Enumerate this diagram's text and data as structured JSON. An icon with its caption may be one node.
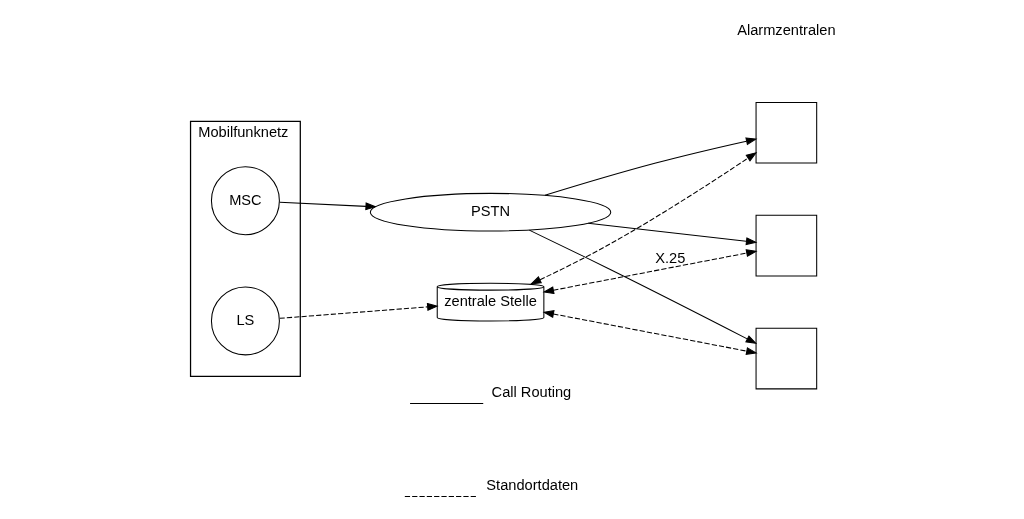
{
  "diagram": {
    "nodes": [
      {
        "text": [
          "Mobilfunknetz"
        ]
      },
      {
        "text": [
          "MSC"
        ],
        "in": 0
      },
      {
        "text": [
          "LS"
        ],
        "in": 0
      },
      {
        "text": [
          "PSTN"
        ]
      },
      {
        "text": [
          "zentrale Stelle"
        ]
      },
      {
        "text": [],
        "shape": "box"
      },
      {
        "text": [],
        "shape": "box"
      },
      {
        "text": [],
        "shape": "box"
      }
    ],
    "edges": [
      {
        "from": 1,
        "to": 3,
        "arrow": "to"
      },
      {
        "from": 3,
        "to": 5,
        "arrow": "to"
      },
      {
        "from": 3,
        "to": 6,
        "arrow": "to"
      },
      {
        "from": 3,
        "to": 7,
        "arrow": "to"
      },
      {
        "from": 2,
        "to": 4,
        "arrow": "to",
        "style": "dashed"
      },
      {
        "from": 4,
        "to": 5,
        "arrow": "both",
        "style": "dashed"
      },
      {
        "from": 4,
        "to": 6,
        "arrow": "both",
        "style": "dashed",
        "label": "X.25"
      },
      {
        "from": 4,
        "to": 7,
        "arrow": "both",
        "style": "dashed"
      }
    ],
    "labels": [
      "Alarmzentralen"
    ],
    "legend": [
      {
        "text": "Call Routing"
      },
      {
        "text": "Standortdaten"
      }
    ]
  }
}
